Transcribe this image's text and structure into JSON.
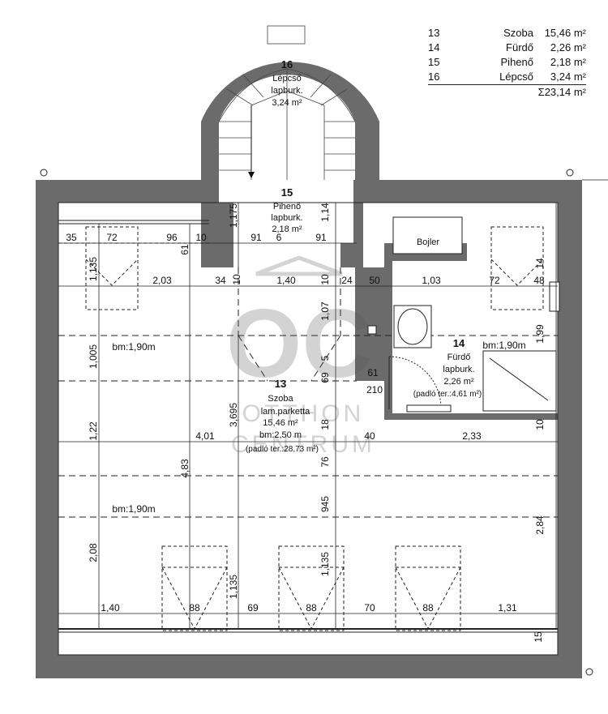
{
  "area_table": {
    "rows": [
      {
        "num": "13",
        "name": "Szoba",
        "area": "15,46 m²"
      },
      {
        "num": "14",
        "name": "Fürdő",
        "area": "2,26 m²"
      },
      {
        "num": "15",
        "name": "Pihenő",
        "area": "2,18 m²"
      },
      {
        "num": "16",
        "name": "Lépcső",
        "area": "3,24 m²"
      }
    ],
    "total": "Σ23,14 m²"
  },
  "rooms": {
    "r16": {
      "num": "16",
      "name": "Lépcső",
      "floor": "lapburk.",
      "area": "3,24 m²"
    },
    "r15": {
      "num": "15",
      "name": "Pihenő",
      "floor": "lapburk.",
      "area": "2,18 m²"
    },
    "r14": {
      "num": "14",
      "name": "Fürdő",
      "floor": "lapburk.",
      "area": "2,26 m²",
      "floor_area": "(padló ter.:4,61 m²)"
    },
    "r13": {
      "num": "13",
      "name": "Szoba",
      "floor": "lam.parketta",
      "area": "15,46 m²",
      "height": "bm:2,50 m",
      "floor_area": "(padló ter.:28,73 m²)"
    }
  },
  "fixtures": {
    "boiler": "Bojler"
  },
  "heights": {
    "bm1": "bm:1,90m",
    "bm2": "bm:1,90m",
    "bm3": "bm:1,90m"
  },
  "watermark": {
    "logo": "OC",
    "line1": "OTTHON",
    "line2": "CENTRUM"
  },
  "dims": {
    "d_35": "35",
    "d_72a": "72",
    "d_96": "96",
    "d_10a": "10",
    "d_91a": "91",
    "d_6": "6",
    "d_91b": "91",
    "d_61a": "61",
    "d_113a": "1,135",
    "d_203": "2,03",
    "d_34": "34",
    "d_10b": "10",
    "d_140a": "1,40",
    "d_10c": "10",
    "d_24": "24",
    "d_50": "50",
    "d_103": "1,03",
    "d_72b": "72",
    "d_48": "48",
    "d_14": "14",
    "d_117": "1,175",
    "d_114": "1,14",
    "d_107": "1,07",
    "d_1005": "1,005",
    "d_5": "5",
    "d_69a": "69",
    "d_61b": "61",
    "d_210": "210",
    "d_199": "1,99",
    "d_369": "3,695",
    "d_18": "18",
    "d_122": "1,22",
    "d_401": "4,01",
    "d_40": "40",
    "d_233": "2,33",
    "d_10d": "10",
    "d_483": "4,83",
    "d_76": "76",
    "d_945": "945",
    "d_284": "2,84",
    "d_208": "2,08",
    "d_1135b": "1,135",
    "d_1135c": "1,135",
    "d_140b": "1,40",
    "d_88a": "88",
    "d_69b": "69",
    "d_88b": "88",
    "d_70": "70",
    "d_88c": "88",
    "d_131": "1,31",
    "d_15": "15"
  }
}
